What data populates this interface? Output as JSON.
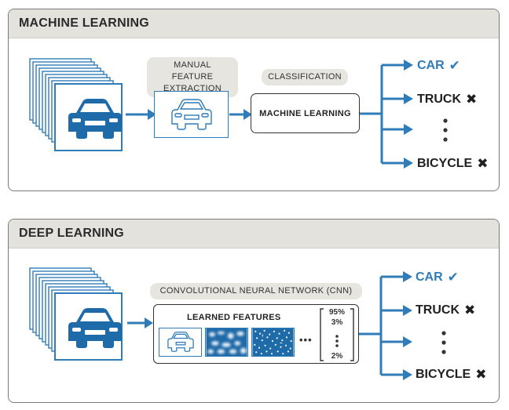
{
  "panels": {
    "ml": {
      "title": "MACHINE LEARNING",
      "feature_label_line1": "MANUAL FEATURE",
      "feature_label_line2": "EXTRACTION",
      "classification_label": "CLASSIFICATION",
      "model_box_label": "MACHINE LEARNING",
      "outputs": [
        {
          "label": "CAR",
          "mark": "✔"
        },
        {
          "label": "TRUCK",
          "mark": "✖"
        },
        {
          "label": "BICYCLE",
          "mark": "✖"
        }
      ]
    },
    "dl": {
      "title": "DEEP LEARNING",
      "cnn_label": "CONVOLUTIONAL NEURAL NETWORK (CNN)",
      "features_label": "LEARNED FEATURES",
      "ellipsis": "•••",
      "scores": [
        "95%",
        "3%",
        "2%"
      ],
      "outputs": [
        {
          "label": "CAR",
          "mark": "✔"
        },
        {
          "label": "TRUCK",
          "mark": "✖"
        },
        {
          "label": "BICYCLE",
          "mark": "✖"
        }
      ]
    }
  },
  "colors": {
    "accent": "#2f7cb8",
    "header_bg": "#e3e2dd",
    "pill_bg": "#e6e5e0",
    "car_icon": "#1f6aa8",
    "check": "#2f7cb8",
    "cross": "#333333"
  },
  "icons": [
    "image-stack-icon",
    "car-icon",
    "car-outline-icon",
    "arrow-right-icon",
    "check-icon",
    "cross-icon",
    "vertical-dots-icon"
  ]
}
